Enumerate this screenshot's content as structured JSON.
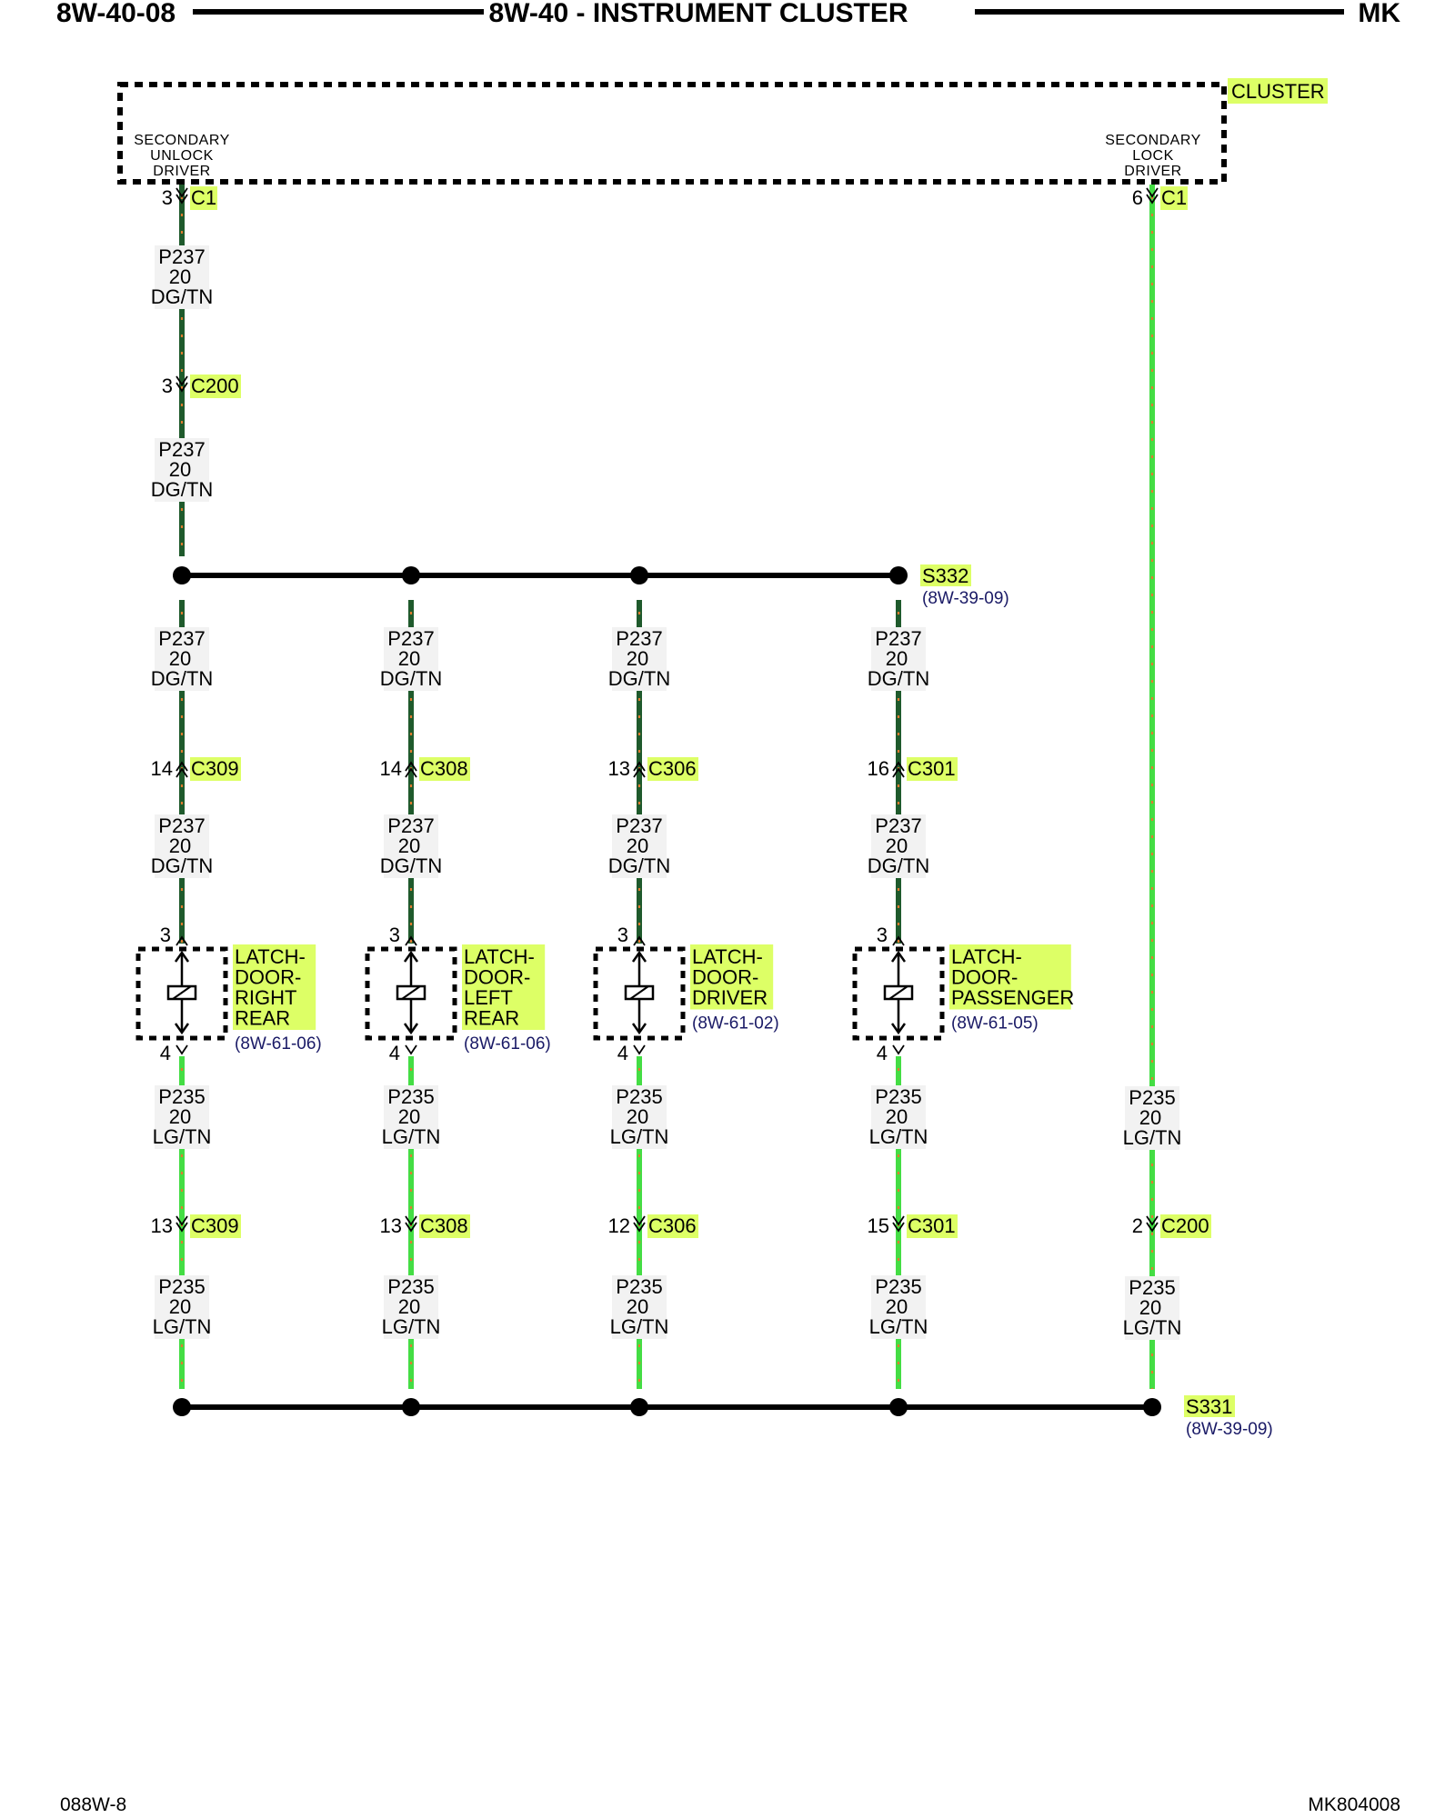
{
  "header": {
    "left": "8W-40-08",
    "center": "8W-40 - INSTRUMENT CLUSTER",
    "right": "MK"
  },
  "footer": {
    "left": "088W-8",
    "right": "MK804008"
  },
  "colors": {
    "dg_tn": "#1f5a2c",
    "lg_tn": "#44dd44",
    "tracer": "#e07a30",
    "highlight": "#ddff66"
  },
  "cluster": {
    "name": "CLUSTER",
    "unlock_driver": [
      "SECONDARY",
      "UNLOCK",
      "DRIVER"
    ],
    "lock_driver": [
      "SECONDARY",
      "LOCK",
      "DRIVER"
    ],
    "unlock_pin": {
      "pin": "3",
      "conn": "C1"
    },
    "lock_pin": {
      "pin": "6",
      "conn": "C1"
    }
  },
  "circuits": {
    "p237": {
      "circuit": "P237",
      "gauge": "20",
      "color": "DG/TN"
    },
    "p235": {
      "circuit": "P235",
      "gauge": "20",
      "color": "LG/TN"
    }
  },
  "top_c200": {
    "pin": "3",
    "conn": "C200"
  },
  "lock_c200": {
    "pin": "2",
    "conn": "C200"
  },
  "splices": {
    "s332": {
      "name": "S332",
      "ref": "(8W-39-09)"
    },
    "s331": {
      "name": "S331",
      "ref": "(8W-39-09)"
    }
  },
  "branches": [
    {
      "upper": {
        "pin": "14",
        "conn": "C309"
      },
      "lower": {
        "pin": "13",
        "conn": "C309"
      },
      "latch": {
        "lines": [
          "LATCH-",
          "DOOR-",
          "RIGHT",
          "REAR"
        ],
        "ref": "(8W-61-06)",
        "pin_top": "3",
        "pin_bottom": "4"
      }
    },
    {
      "upper": {
        "pin": "14",
        "conn": "C308"
      },
      "lower": {
        "pin": "13",
        "conn": "C308"
      },
      "latch": {
        "lines": [
          "LATCH-",
          "DOOR-",
          "LEFT",
          "REAR"
        ],
        "ref": "(8W-61-06)",
        "pin_top": "3",
        "pin_bottom": "4"
      }
    },
    {
      "upper": {
        "pin": "13",
        "conn": "C306"
      },
      "lower": {
        "pin": "12",
        "conn": "C306"
      },
      "latch": {
        "lines": [
          "LATCH-",
          "DOOR-",
          "DRIVER"
        ],
        "ref": "(8W-61-02)",
        "pin_top": "3",
        "pin_bottom": "4"
      }
    },
    {
      "upper": {
        "pin": "16",
        "conn": "C301"
      },
      "lower": {
        "pin": "15",
        "conn": "C301"
      },
      "latch": {
        "lines": [
          "LATCH-",
          "DOOR-",
          "PASSENGER"
        ],
        "ref": "(8W-61-05)",
        "pin_top": "3",
        "pin_bottom": "4"
      }
    }
  ]
}
